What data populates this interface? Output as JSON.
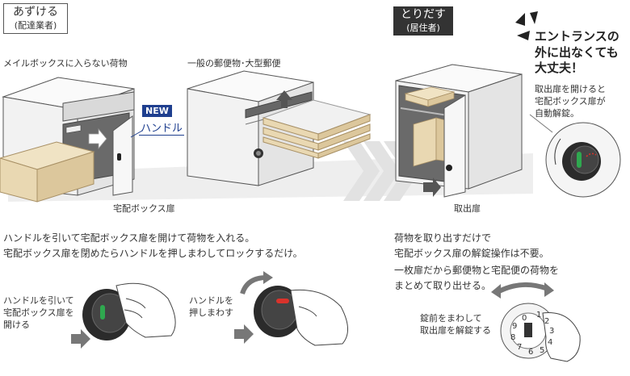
{
  "left_tag": {
    "title": "あずける",
    "subtitle": "(配達業者)"
  },
  "right_tag": {
    "title": "とりだす",
    "subtitle": "(居住者)"
  },
  "callout": {
    "line1": "エントランスの",
    "line2": "外に出なくても",
    "line3": "大丈夫！"
  },
  "note": {
    "line1": "取出扉を開けると",
    "line2": "宅配ボックス扉が",
    "line3": "自動解錠。"
  },
  "label_parcel": "メイルボックスに入らない荷物",
  "label_mail": "一般の郵便物･大型郵便",
  "badge_new": "NEW",
  "label_handle": "ハンドル",
  "label_box_door": "宅配ボックス扉",
  "label_takeout_door": "取出扉",
  "desc_left": {
    "line1": "ハンドルを引いて宅配ボックス扉を開けて荷物を入れる。",
    "line2": "宅配ボックス扉を閉めたらハンドルを押しまわしてロックするだけ。"
  },
  "desc_right1": {
    "line1": "荷物を取り出すだけで",
    "line2": "宅配ボックス扉の解錠操作は不要。"
  },
  "desc_right2": {
    "line1": "一枚扉だから郵便物と宅配便の荷物を",
    "line2": "まとめて取り出せる。"
  },
  "step_pull": {
    "line1": "ハンドルを引いて",
    "line2": "宅配ボックス扉を",
    "line3": "開ける"
  },
  "step_push": {
    "line1": "ハンドルを",
    "line2": "押しまわす"
  },
  "step_dial": {
    "line1": "錠前をまわして",
    "line2": "取出扉を解錠する"
  },
  "dial_digits": [
    "1",
    "2",
    "3",
    "4",
    "5",
    "6",
    "7",
    "8",
    "9",
    "0"
  ],
  "colors": {
    "cardboard": "#e9d8b2",
    "navy": "#1f3f8f",
    "dark": "#333333",
    "band": "#e6e6e6",
    "green": "#2fa84f",
    "red": "#d9332b"
  }
}
